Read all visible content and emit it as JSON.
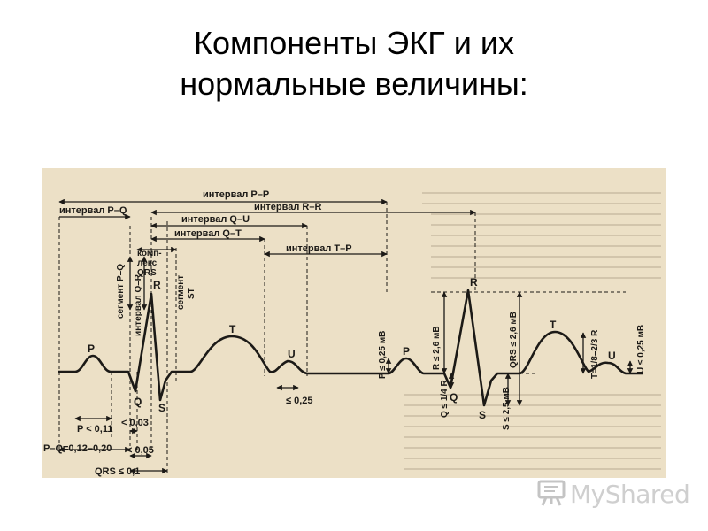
{
  "slide": {
    "title_line1": "Компоненты ЭКГ и их",
    "title_line2": "нормальные величины:"
  },
  "diagram": {
    "intervals": {
      "pp": "интервал P–P",
      "pq": "интервал P–Q",
      "rr": "интервал R–R",
      "qu": "интервал Q–U",
      "qt": "интервал Q–T",
      "tp": "интервал T–P"
    },
    "segments": {
      "pq": "сегмент P–Q",
      "qr": "интервал Q–R",
      "complex_1": "комп-",
      "complex_2": "лекс",
      "complex_3": "QRS",
      "st_1": "сегмент",
      "st_2": "ST"
    },
    "waves": {
      "p": "P",
      "q": "Q",
      "r": "R",
      "s": "S",
      "t": "T",
      "u": "U",
      "p2": "P",
      "q2": "Q",
      "r2": "R",
      "s2": "S",
      "t2": "T",
      "u2": "U"
    },
    "measurements": {
      "p_duration": "P < 0,11",
      "qr_duration": "< 0,03",
      "pq_total": "P–Q=0,12–0,20",
      "qr_interval": "< 0,05",
      "qrs_duration": "QRS ≤ 0,1",
      "u_duration": "≤ 0,25",
      "p_amplitude": "P ≤ 0,25 мВ",
      "r_amplitude": "R ≤ 2,6 мВ",
      "q_amplitude": "Q ≤ 1/4 R",
      "qrs_amplitude": "QRS ≤ 2,6 мВ",
      "s_amplitude": "S ≤ 2,5 мВ",
      "t_amplitude": "T=1/8–2/3 R",
      "u_amplitude": "U ≤ 0,25 мВ"
    },
    "colors": {
      "background": "#ece0c6",
      "ink": "#1c1a17"
    }
  },
  "watermark": {
    "text": "MyShared",
    "icon": "presentation-board-icon"
  }
}
